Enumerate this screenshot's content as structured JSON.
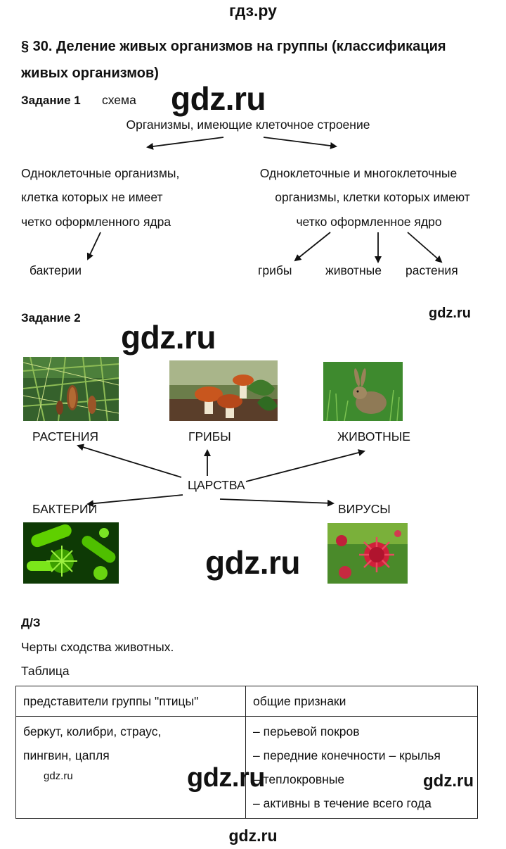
{
  "site_top": "гдз.ру",
  "site_bottom": "gdz.ru",
  "watermark": "gdz.ru",
  "title_line1": "§ 30. Деление живых организмов на группы (классификация",
  "title_line2": "живых организмов)",
  "task1": {
    "label": "Задание 1",
    "subtitle": "схема",
    "root": "Организмы, имеющие клеточное строение",
    "left_lines": [
      "Одноклеточные организмы,",
      "клетка которых не имеет",
      "четко оформленного ядра"
    ],
    "right_lines": [
      "Одноклеточные и многоклеточные",
      "организмы, клетки которых имеют",
      "четко оформленное ядро"
    ],
    "left_child": "бактерии",
    "right_children": [
      "грибы",
      "животные",
      "растения"
    ]
  },
  "task2": {
    "label": "Задание 2",
    "center": "ЦАРСТВА",
    "kingdoms": {
      "plants": "РАСТЕНИЯ",
      "fungi": "ГРИБЫ",
      "animals": "ЖИВОТНЫЕ",
      "bacteria": "БАКТЕРИИ",
      "viruses": "ВИРУСЫ"
    }
  },
  "homework": {
    "label": "Д/З",
    "line1": "Черты сходства животных.",
    "line2": "Таблица",
    "table": {
      "headers": [
        "представители группы \"птицы\"",
        "общие признаки"
      ],
      "col1_lines": [
        "беркут, колибри, страус,",
        "пингвин, цапля"
      ],
      "col2_lines": [
        "– перьевой покров",
        "– передние конечности – крылья",
        "– теплокровные",
        "– активны в течение всего года"
      ]
    }
  },
  "colors": {
    "text": "#111111",
    "plant_green": "#2f6b2a",
    "mushroom_cap": "#c8561e",
    "bacteria_green": "#5fd000",
    "virus_red": "#d0203a"
  }
}
